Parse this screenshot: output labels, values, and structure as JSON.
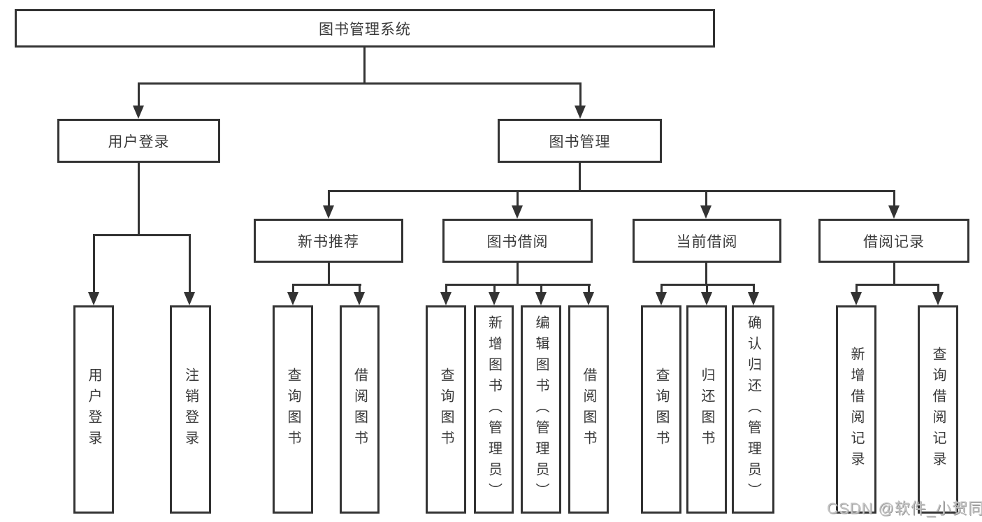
{
  "tree": {
    "label": "图书管理系统",
    "children": [
      {
        "label": "用户登录",
        "children": [
          {
            "label": "用户登录"
          },
          {
            "label": "注销登录"
          }
        ]
      },
      {
        "label": "图书管理",
        "children": [
          {
            "label": "新书推荐",
            "children": [
              {
                "label": "查询图书"
              },
              {
                "label": "借阅图书"
              }
            ]
          },
          {
            "label": "图书借阅",
            "children": [
              {
                "label": "查询图书"
              },
              {
                "label": "新增图书（管理员）"
              },
              {
                "label": "编辑图书（管理员）"
              },
              {
                "label": "借阅图书"
              }
            ]
          },
          {
            "label": "当前借阅",
            "children": [
              {
                "label": "查询图书"
              },
              {
                "label": "归还图书"
              },
              {
                "label": "确认归还（管理员）"
              }
            ]
          },
          {
            "label": "借阅记录",
            "children": [
              {
                "label": "新增借阅记录"
              },
              {
                "label": "查询借阅记录"
              }
            ]
          }
        ]
      }
    ]
  },
  "watermark": {
    "text": "CSDN @软件_小贺同学"
  },
  "colors": {
    "line": "#333333",
    "box_fill": "#ffffff",
    "text": "#3a3a3a",
    "watermark": "#c3c3c3"
  }
}
